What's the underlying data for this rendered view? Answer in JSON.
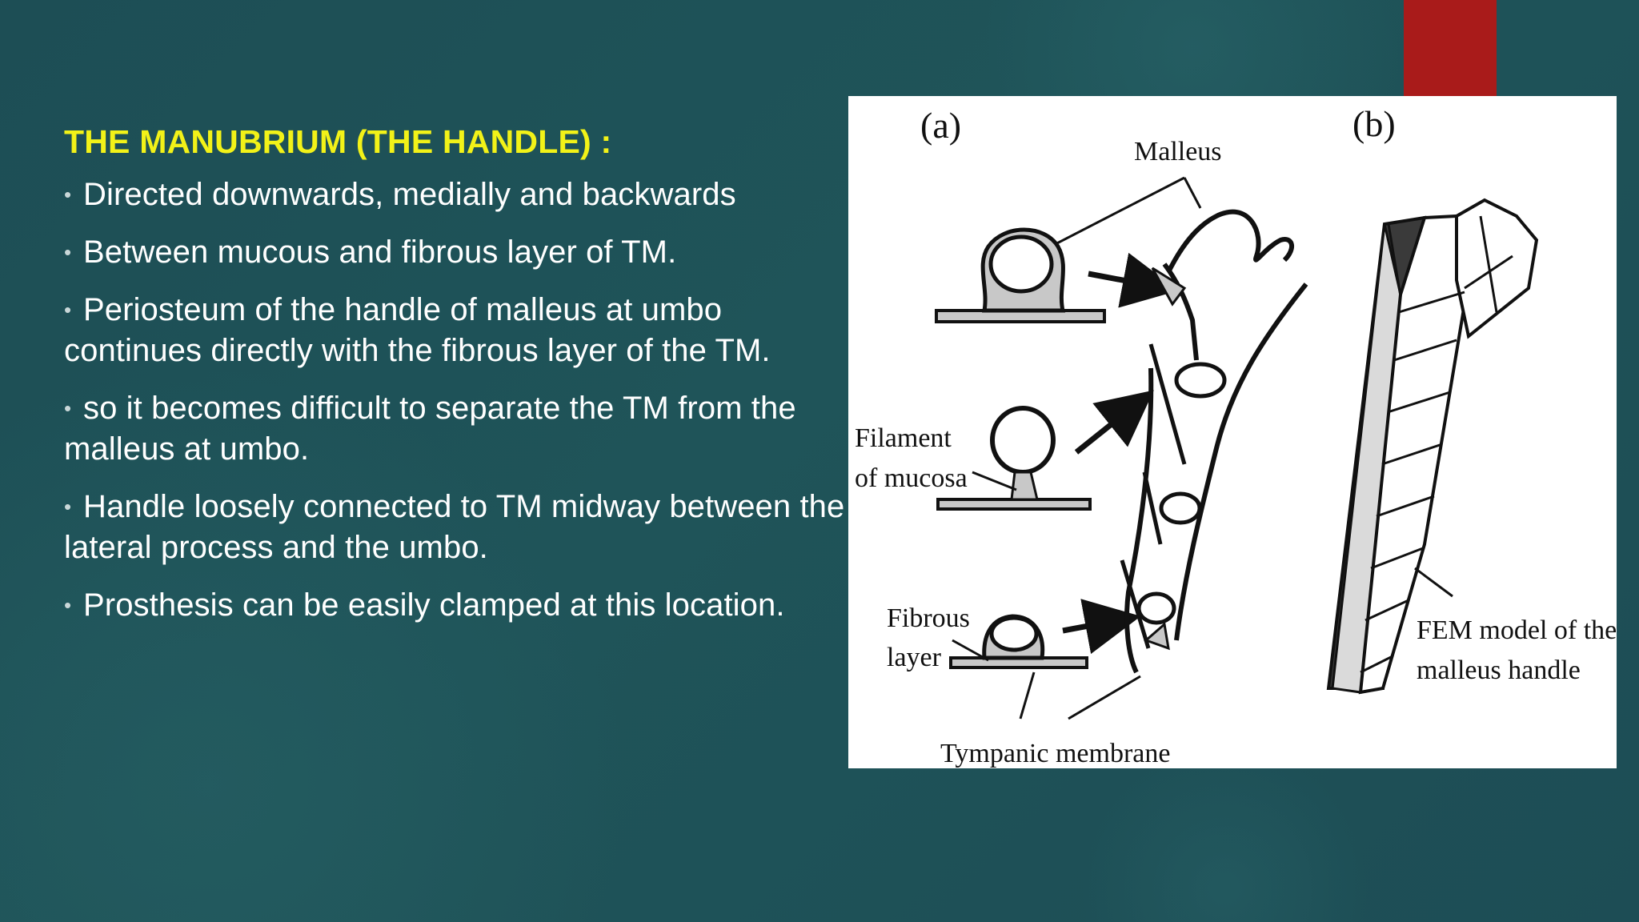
{
  "slide": {
    "heading": "THE MANUBRIUM (THE HANDLE) :",
    "bullets": [
      "Directed downwards, medially and backwards",
      "Between mucous and fibrous layer of TM.",
      "Periosteum of the handle of malleus at umbo continues directly with the fibrous layer of the TM.",
      "so it becomes difficult to separate the TM from the malleus at umbo.",
      "Handle loosely connected to TM midway between the lateral process and the umbo.",
      "Prosthesis can be easily clamped at this location."
    ],
    "bullet_glyph": "•"
  },
  "figure": {
    "panel_a": "(a)",
    "panel_b": "(b)",
    "label_malleus": "Malleus",
    "label_filament_1": "Filament",
    "label_filament_2": "of mucosa",
    "label_fibrous_1": "Fibrous",
    "label_fibrous_2": "layer",
    "label_tympanic": "Tympanic  membrane",
    "label_fem_1": "FEM model of the",
    "label_fem_2": "malleus handle"
  },
  "colors": {
    "background": "#1f5459",
    "heading": "#f2f218",
    "accent": "#a91b1a",
    "text": "#ffffff"
  }
}
